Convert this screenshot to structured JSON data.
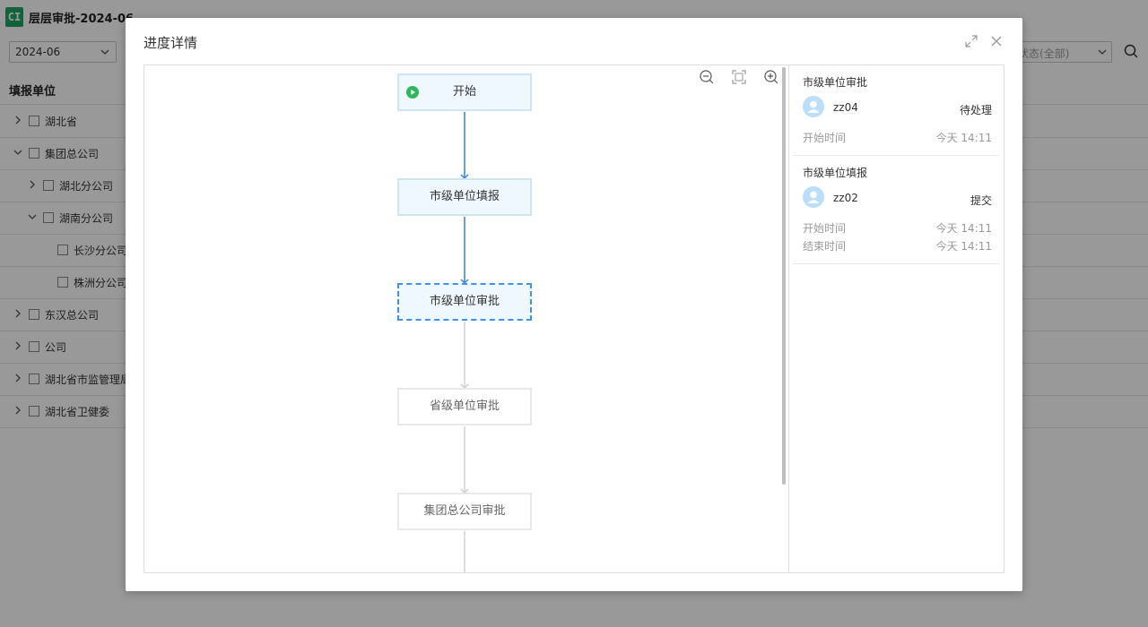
{
  "app": {
    "logo_text": "CI",
    "title": "层层审批-2024-06",
    "period_value": "2024-06",
    "status_value": "定状态(全部)",
    "tree_header": "填报单位",
    "tree_rows": [
      {
        "label": "湖北省"
      },
      {
        "label": "集团总公司"
      },
      {
        "label": "湖北分公司"
      },
      {
        "label": "湖南分公司"
      },
      {
        "label": "长沙分公司"
      },
      {
        "label": "株洲分公司"
      },
      {
        "label": "东汉总公司"
      },
      {
        "label": "公司"
      },
      {
        "label": "湖北省市监管理局"
      },
      {
        "label": "湖北省卫健委"
      }
    ]
  },
  "modal": {
    "title": "进度详情",
    "flow": {
      "nodes": [
        {
          "label": "开始",
          "state": "done"
        },
        {
          "label": "市级单位填报",
          "state": "done"
        },
        {
          "label": "市级单位审批",
          "state": "current"
        },
        {
          "label": "省级单位审批",
          "state": "pending"
        },
        {
          "label": "集团总公司审批",
          "state": "pending"
        }
      ]
    },
    "records": [
      {
        "title": "市级单位审批",
        "user": "zz04",
        "action": "待处理",
        "rows": [
          {
            "key": "开始时间",
            "value": "今天 14:11"
          }
        ]
      },
      {
        "title": "市级单位填报",
        "user": "zz02",
        "action": "提交",
        "rows": [
          {
            "key": "开始时间",
            "value": "今天 14:11"
          },
          {
            "key": "结束时间",
            "value": "今天 14:11"
          }
        ]
      }
    ],
    "colors": {
      "accent": "#3a93f0",
      "node_bg": "#f0f8ff",
      "start_green": "#2eb85c"
    }
  }
}
